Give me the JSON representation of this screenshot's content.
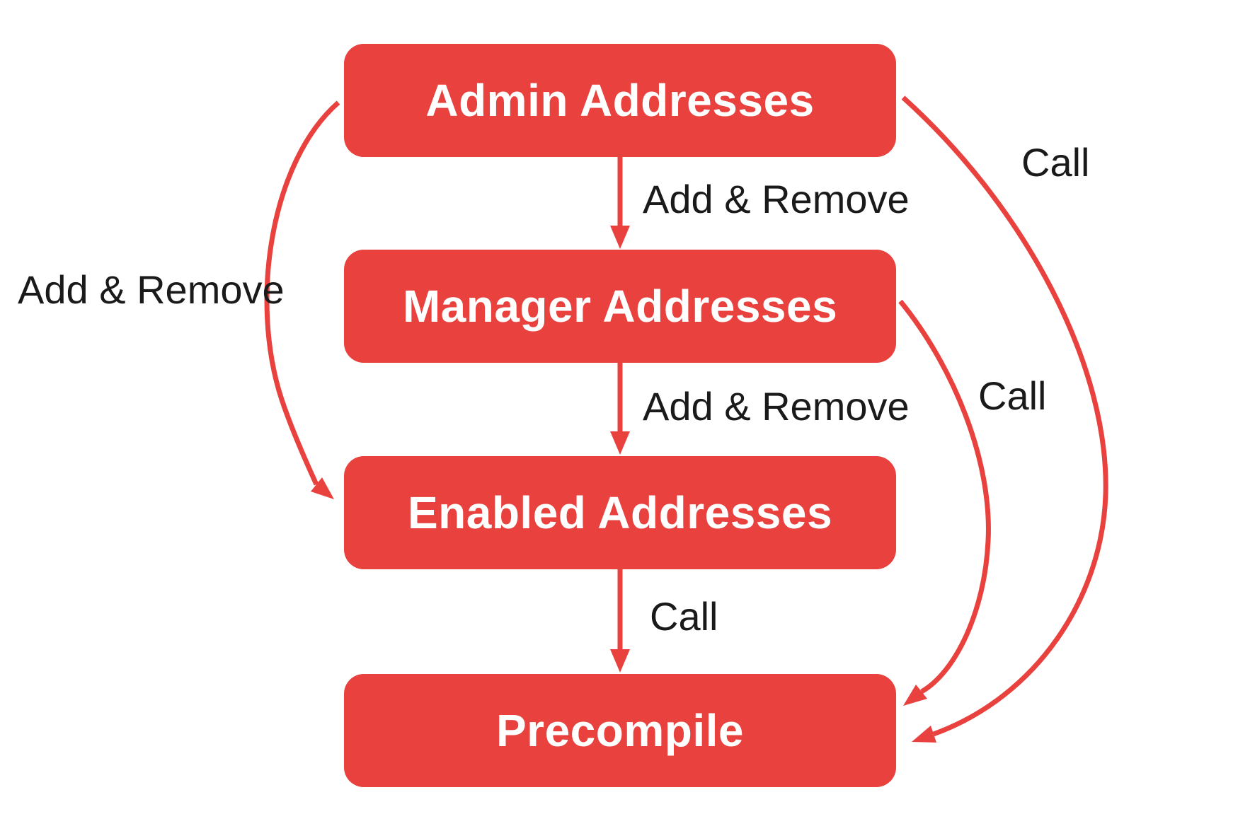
{
  "diagram": {
    "background_color": "#ffffff",
    "node_fill_color": "#e8413e",
    "node_text_color": "#ffffff",
    "edge_color": "#e8413e",
    "edge_label_color": "#1a1a1a",
    "nodes": [
      {
        "label": "Admin Addresses"
      },
      {
        "label": "Manager Addresses"
      },
      {
        "label": "Enabled Addresses"
      },
      {
        "label": "Precompile"
      }
    ],
    "edges": [
      {
        "from": "Admin Addresses",
        "to": "Manager Addresses",
        "label": "Add & Remove"
      },
      {
        "from": "Manager Addresses",
        "to": "Enabled Addresses",
        "label": "Add & Remove"
      },
      {
        "from": "Enabled Addresses",
        "to": "Precompile",
        "label": "Call"
      },
      {
        "from": "Admin Addresses",
        "to": "Enabled Addresses",
        "label": "Add & Remove"
      },
      {
        "from": "Admin Addresses",
        "to": "Precompile",
        "label": "Call"
      },
      {
        "from": "Manager Addresses",
        "to": "Precompile",
        "label": "Call"
      }
    ]
  }
}
